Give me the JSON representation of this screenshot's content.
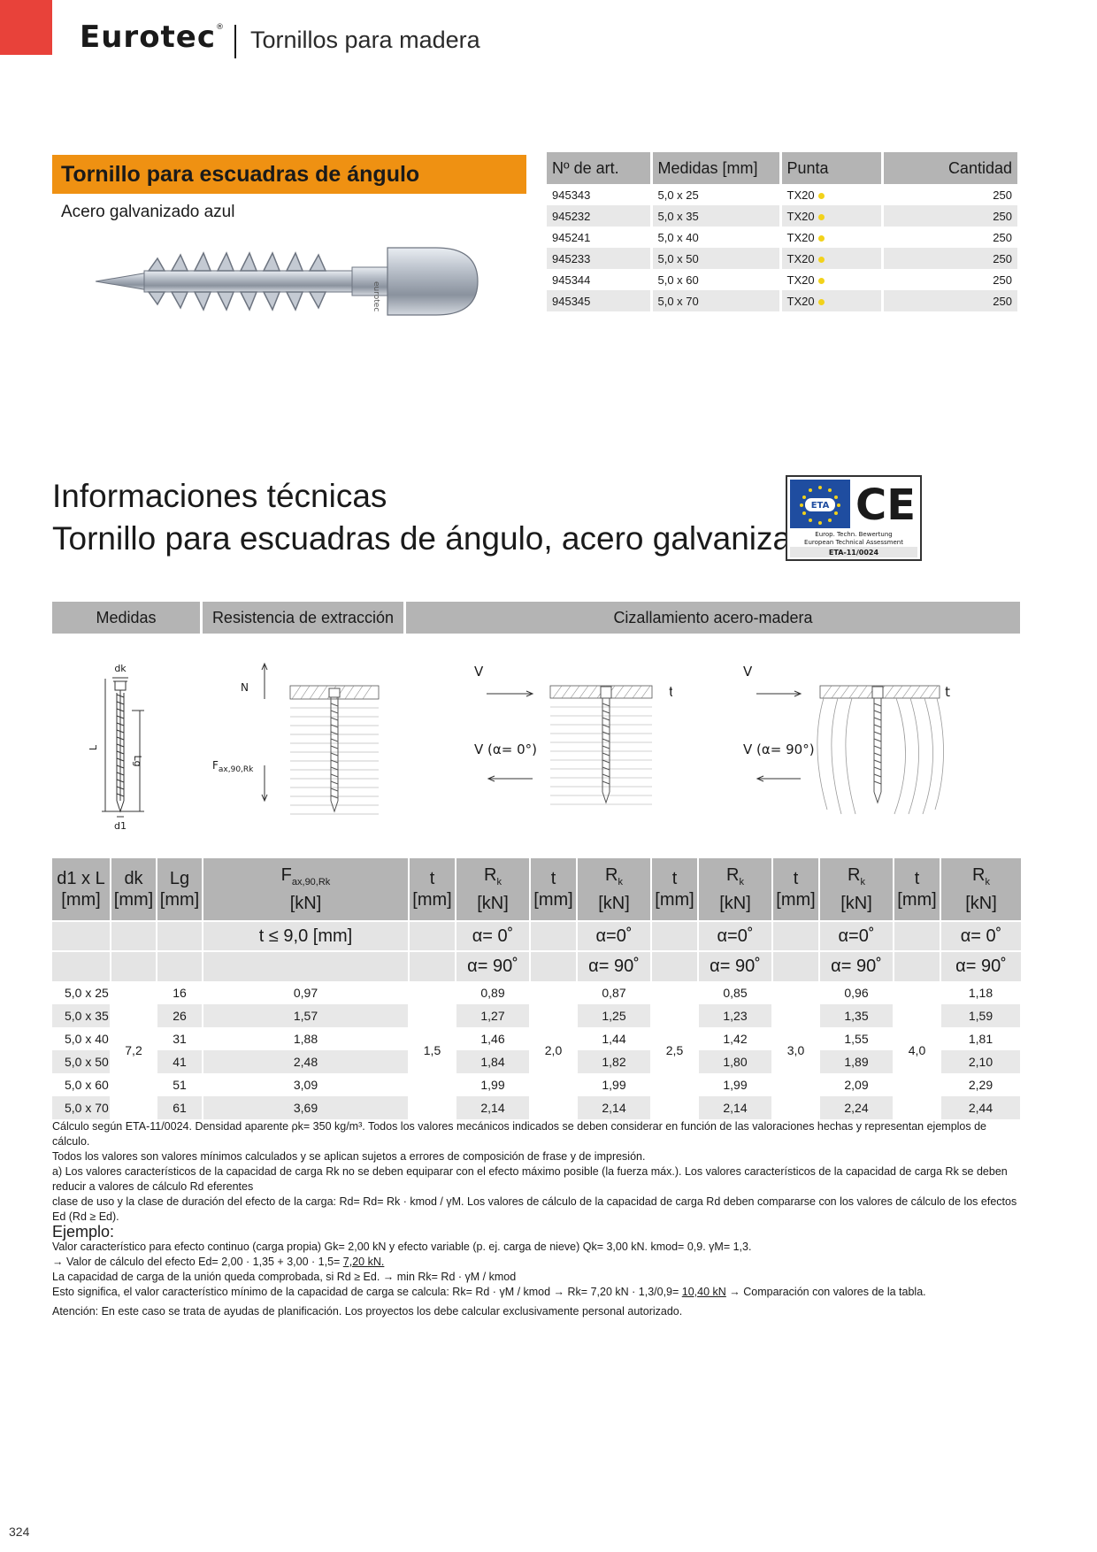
{
  "header": {
    "brand": "Eurotec",
    "brand_mark": "®",
    "title": "Tornillos para madera"
  },
  "product": {
    "title": "Tornillo para escuadras de ángulo",
    "subtitle": "Acero galvanizado azul",
    "table": {
      "headers": [
        "Nº de art.",
        "Medidas [mm]",
        "Punta",
        "Cantidad"
      ],
      "rows": [
        {
          "art": "945343",
          "size": "5,0 x 25",
          "tip": "TX20",
          "qty": "250"
        },
        {
          "art": "945232",
          "size": "5,0 x 35",
          "tip": "TX20",
          "qty": "250"
        },
        {
          "art": "945241",
          "size": "5,0 x 40",
          "tip": "TX20",
          "qty": "250"
        },
        {
          "art": "945233",
          "size": "5,0 x 50",
          "tip": "TX20",
          "qty": "250"
        },
        {
          "art": "945344",
          "size": "5,0 x 60",
          "tip": "TX20",
          "qty": "250"
        },
        {
          "art": "945345",
          "size": "5,0 x 70",
          "tip": "TX20",
          "qty": "250"
        }
      ],
      "tip_dot_color": "#f2d21b"
    }
  },
  "tech": {
    "title_line1": "Informaciones técnicas",
    "title_line2": "Tornillo para escuadras de ángulo, acero galvanizado azul",
    "eta": {
      "eta_label": "ETA",
      "ce_label": "CE",
      "line1": "Europ. Techn. Bewertung",
      "line2": "European Technical Assessment",
      "code": "ETA-11/0024"
    },
    "section_headers": [
      "Medidas",
      "Resistencia de extracción",
      "Cizallamiento acero-madera"
    ],
    "diagram_labels": {
      "dk": "dk",
      "L": "L",
      "Lg": "Lg",
      "d1": "d1",
      "N": "N",
      "Fax": "F",
      "Fax_sub": "ax,90,Rk",
      "V": "V",
      "t": "t",
      "v_alpha0": "V (α= 0°)",
      "v_alpha90": "V (α= 90°)"
    }
  },
  "data_table": {
    "h_d1L": "d1 x L",
    "h_dk": "dk",
    "h_Lg": "Lg",
    "h_F": "F",
    "h_F_sub": "ax,90,Rk",
    "h_t": "t",
    "h_R": "R",
    "h_R_sub": "k",
    "u_mm": "[mm]",
    "u_kN": "[kN]",
    "t_cond": "t ≤ 9,0 [mm]",
    "alpha0": "α= 0˚",
    "alpha0b": "α=0˚",
    "alpha90": "α= 90˚",
    "dk_value": "7,2",
    "t_values": [
      "1,5",
      "2,0",
      "2,5",
      "3,0",
      "4,0"
    ],
    "rows": [
      {
        "size": "5,0 x 25",
        "lg": "16",
        "f": "0,97",
        "r": [
          "0,89",
          "0,87",
          "0,85",
          "0,96",
          "1,18"
        ]
      },
      {
        "size": "5,0 x 35",
        "lg": "26",
        "f": "1,57",
        "r": [
          "1,27",
          "1,25",
          "1,23",
          "1,35",
          "1,59"
        ]
      },
      {
        "size": "5,0 x 40",
        "lg": "31",
        "f": "1,88",
        "r": [
          "1,46",
          "1,44",
          "1,42",
          "1,55",
          "1,81"
        ]
      },
      {
        "size": "5,0 x 50",
        "lg": "41",
        "f": "2,48",
        "r": [
          "1,84",
          "1,82",
          "1,80",
          "1,89",
          "2,10"
        ]
      },
      {
        "size": "5,0 x 60",
        "lg": "51",
        "f": "3,09",
        "r": [
          "1,99",
          "1,99",
          "1,99",
          "2,09",
          "2,29"
        ]
      },
      {
        "size": "5,0 x 70",
        "lg": "61",
        "f": "3,69",
        "r": [
          "2,14",
          "2,14",
          "2,14",
          "2,24",
          "2,44"
        ]
      }
    ]
  },
  "notes": {
    "n1": "Cálculo según ETA-11/0024. Densidad aparente ρk= 350 kg/m³. Todos los valores mecánicos indicados se deben considerar en función de las valoraciones hechas y representan ejemplos de cálculo.",
    "n2": "Todos los valores son valores mínimos calculados y se aplican sujetos a errores de composición de frase y de impresión.",
    "n3": "a) Los valores característicos de la capacidad de carga Rk no se deben equiparar con el efecto máximo posible (la fuerza máx.). Los valores característicos de la capacidad de carga Rk se deben reducir a valores de cálculo Rd eferentes",
    "n4": "clase de uso y la clase de duración del efecto de la carga: Rd= Rd= Rk · kmod / γM. Los valores de cálculo de la capacidad de carga Rd deben compararse con los valores de cálculo de los efectos Ed (Rd ≥ Ed).",
    "example_title": "Ejemplo:",
    "e1": "Valor característico para efecto continuo (carga propia) Gk= 2,00 kN y efecto variable (p. ej. carga de nieve) Qk= 3,00 kN. kmod= 0,9. γM= 1,3.",
    "e2a": "→ Valor de cálculo del efecto Ed= 2,00 · 1,35 + 3,00 · 1,5= ",
    "e2b": "7,20 kN.",
    "e3": "La capacidad de carga de la unión queda comprobada, si Rd ≥ Ed. → min Rk= Rd · γM / kmod",
    "e4a": "Esto significa, el valor característico mínimo de la capacidad de carga se calcula: Rk= Rd · γM / kmod → Rk= 7,20 kN · 1,3/0,9= ",
    "e4b": "10,40 kN",
    "e4c": " → Comparación con valores de la tabla.",
    "attention": "Atención: En este caso se trata de ayudas de planificación. Los proyectos los debe calcular exclusivamente personal autorizado."
  },
  "page_number": "324",
  "colors": {
    "brand_red": "#e8423a",
    "orange": "#ef9112",
    "header_grey": "#b4b4b4",
    "row_shade": "#e8e8e8",
    "eu_blue": "#1f4da0"
  }
}
